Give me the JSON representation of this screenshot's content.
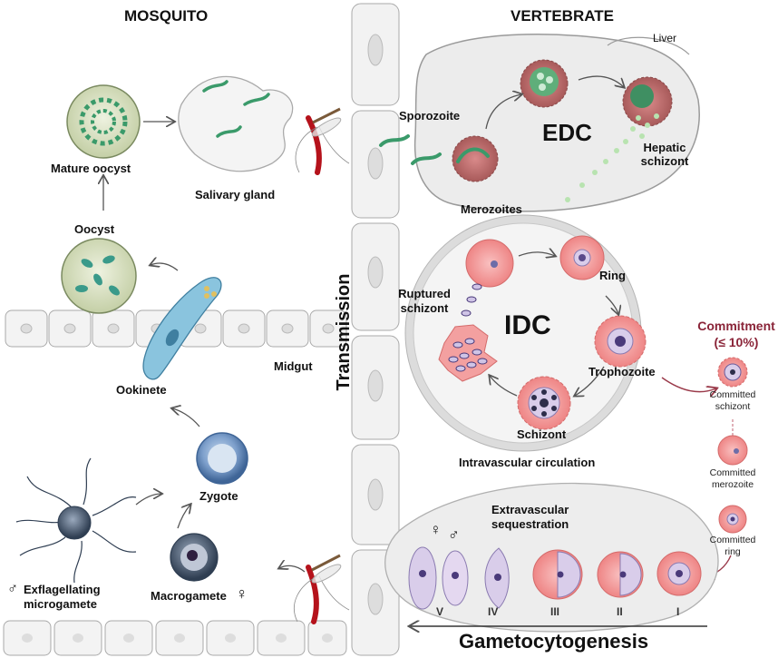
{
  "headers": {
    "mosquito": "MOSQUITO",
    "vertebrate": "VERTEBRATE",
    "transmission": "Transmission"
  },
  "mosquito": {
    "mature_oocyst": "Mature oocyst",
    "salivary_gland": "Salivary gland",
    "oocyst": "Oocyst",
    "midgut": "Midgut",
    "ookinete": "Ookinete",
    "zygote": "Zygote",
    "exflagellating_line1": "Exflagellating",
    "exflagellating_line2": "microgamete",
    "male_symbol": "♂",
    "macrogamete": "Macrogamete",
    "female_symbol": "♀"
  },
  "liver": {
    "liver": "Liver",
    "sporozoite": "Sporozoite",
    "edc": "EDC",
    "hepatic_line1": "Hepatic",
    "hepatic_line2": "schizont",
    "merozoites": "Merozoites"
  },
  "idc": {
    "title": "IDC",
    "ring": "Ring",
    "trophozoite": "Trophozoite",
    "schizont": "Schizont",
    "ruptured_line1": "Ruptured",
    "ruptured_line2": "schizont",
    "circulation": "Intravascular circulation"
  },
  "commitment": {
    "title": "Commitment",
    "pct": "(≤ 10%)",
    "c_schizont_1": "Committed",
    "c_schizont_2": "schizont",
    "c_merozoite_1": "Committed",
    "c_merozoite_2": "merozoite",
    "c_ring_1": "Committed",
    "c_ring_2": "ring"
  },
  "gametocyte": {
    "extravascular_1": "Extravascular",
    "extravascular_2": "sequestration",
    "female": "♀",
    "male": "♂",
    "stages": [
      "V",
      "IV",
      "III",
      "II",
      "I"
    ],
    "title": "Gametocytogenesis"
  },
  "colors": {
    "rbc": "#f08c8c",
    "parasite_green": "#3a9a6a",
    "parasite_purple": "#c9b8e0",
    "commitment": "#8a2438",
    "tissue_gray": "#e8e8e8"
  }
}
